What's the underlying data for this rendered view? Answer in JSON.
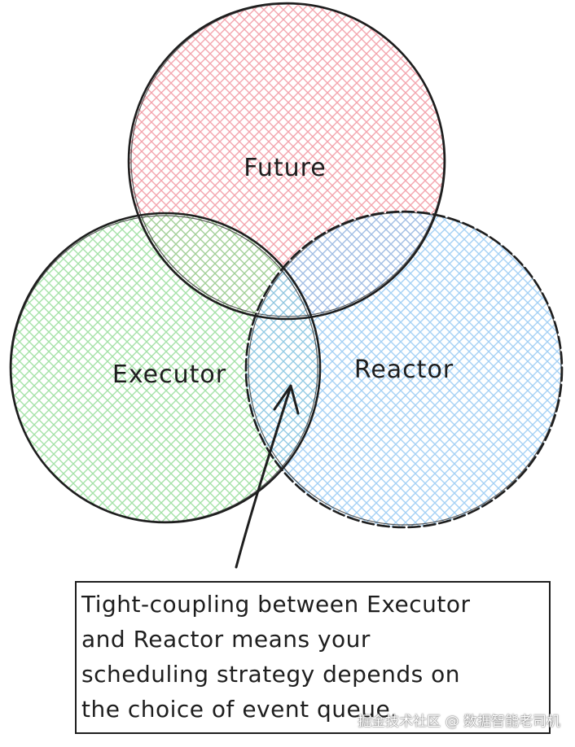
{
  "circles": [
    {
      "id": "future",
      "label": "Future",
      "color": "#f4a0a8"
    },
    {
      "id": "executor",
      "label": "Executor",
      "color": "#8fdc92"
    },
    {
      "id": "reactor",
      "label": "Reactor",
      "color": "#8ec5f2"
    }
  ],
  "note": {
    "lines": [
      "Tight-coupling between Executor",
      "and Reactor means your",
      "scheduling strategy depends on",
      "the choice of event queue."
    ]
  },
  "watermark": "掘金技术社区 @ 数据智能老司机"
}
